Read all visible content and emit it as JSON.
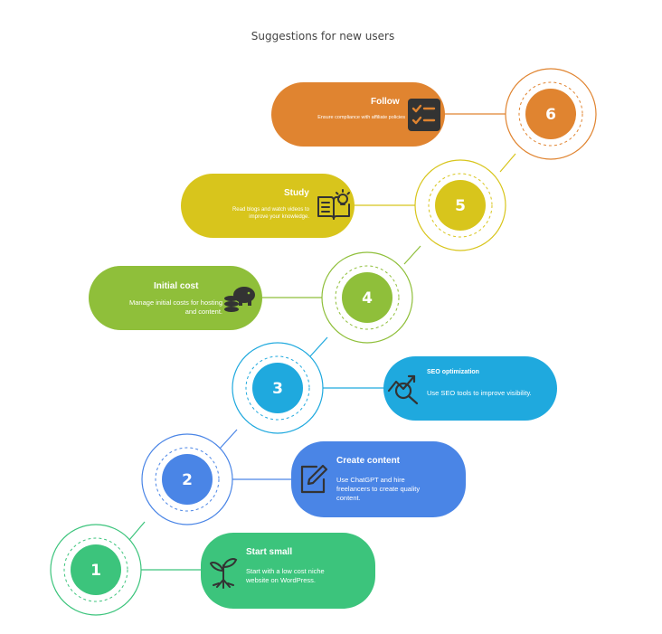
{
  "title": "Suggestions for new users",
  "steps": [
    {
      "number": "1",
      "title": "Start small",
      "description": "Start with a low cost niche website on WordPress.",
      "color": "#3cc47c",
      "icon": "sprout-icon"
    },
    {
      "number": "2",
      "title": "Create content",
      "description": "Use ChatGPT and hire freelancers to create quality content.",
      "color": "#4a85e6",
      "icon": "pen-edit-icon"
    },
    {
      "number": "3",
      "title": "SEO optimization",
      "description": "Use SEO tools to improve visibility.",
      "color": "#1fa9de",
      "icon": "seo-chart-icon"
    },
    {
      "number": "4",
      "title": "Initial cost",
      "description": "Manage initial costs for hosting and content.",
      "color": "#8fbf3a",
      "icon": "piggy-bank-icon"
    },
    {
      "number": "5",
      "title": "Study",
      "description": "Read blogs and watch videos to improve your knowledge.",
      "color": "#d8c51c",
      "icon": "book-idea-icon"
    },
    {
      "number": "6",
      "title": "Follow",
      "description": "Ensure compliance with affiliate policies",
      "color": "#e08430",
      "icon": "checklist-icon"
    }
  ]
}
